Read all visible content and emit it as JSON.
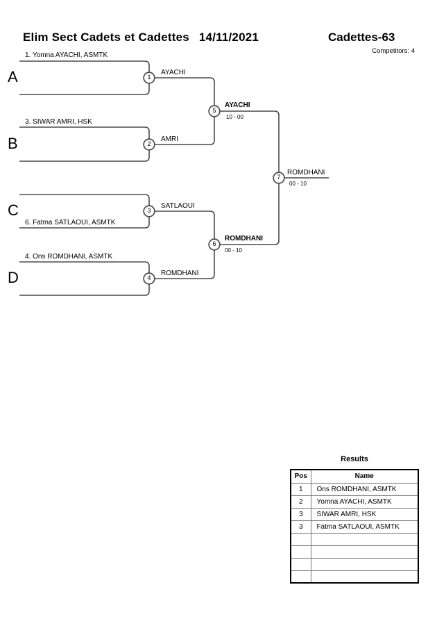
{
  "header": {
    "event_title": "Elim Sect Cadets et Cadettes",
    "event_date": "14/11/2021",
    "category": "Cadettes-63",
    "competitors_label": "Competitors: 4"
  },
  "bracket": {
    "slots": [
      {
        "letter": "A",
        "competitor": "1. Yomna AYACHI, ASMTK"
      },
      {
        "letter": "B",
        "competitor": "3. SIWAR AMRI, HSK"
      },
      {
        "letter": "C",
        "competitor": "6. Fatma SATLAOUI, ASMTK"
      },
      {
        "letter": "D",
        "competitor": "4. Ons ROMDHANI, ASMTK"
      }
    ],
    "matches": [
      {
        "number": "1",
        "winner": "AYACHI",
        "score": ""
      },
      {
        "number": "2",
        "winner": "AMRI",
        "score": ""
      },
      {
        "number": "3",
        "winner": "SATLAOUI",
        "score": ""
      },
      {
        "number": "4",
        "winner": "ROMDHANI",
        "score": ""
      },
      {
        "number": "5",
        "winner": "AYACHI",
        "score": "10 - 00"
      },
      {
        "number": "6",
        "winner": "ROMDHANI",
        "score": "00 - 10"
      },
      {
        "number": "7",
        "winner": "ROMDHANI",
        "score": "00 - 10"
      }
    ]
  },
  "results": {
    "title": "Results",
    "columns": {
      "pos": "Pos",
      "name": "Name"
    },
    "rows": [
      {
        "pos": "1",
        "name": "Ons ROMDHANI, ASMTK"
      },
      {
        "pos": "2",
        "name": "Yomna AYACHI, ASMTK"
      },
      {
        "pos": "3",
        "name": "SIWAR AMRI, HSK"
      },
      {
        "pos": "3",
        "name": "Fatma SATLAOUI, ASMTK"
      },
      {
        "pos": "",
        "name": ""
      },
      {
        "pos": "",
        "name": ""
      },
      {
        "pos": "",
        "name": ""
      },
      {
        "pos": "",
        "name": ""
      }
    ]
  },
  "colors": {
    "line": "#4a4a4a",
    "text": "#000000",
    "background": "#ffffff"
  }
}
